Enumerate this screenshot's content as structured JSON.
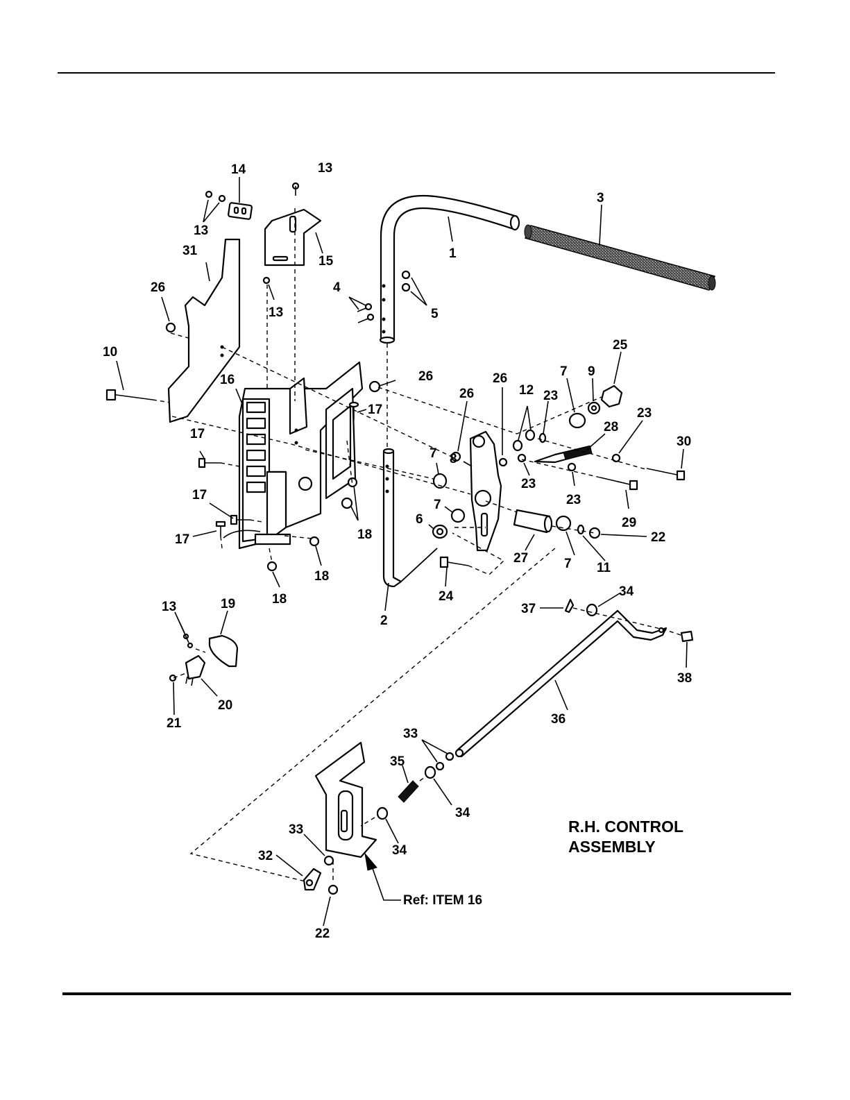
{
  "title_lines": [
    "R.H. CONTROL",
    "ASSEMBLY"
  ],
  "reference_note": "Ref: ITEM 16",
  "labels": {
    "l1": "1",
    "l2": "2",
    "l3": "3",
    "l4": "4",
    "l5": "5",
    "l6": "6",
    "l7a": "7",
    "l7b": "7",
    "l7c": "7",
    "l7d": "7",
    "l8": "8",
    "l9": "9",
    "l10": "10",
    "l11": "11",
    "l12": "12",
    "l13a": "13",
    "l13b": "13",
    "l13c": "13",
    "l13d": "13",
    "l14": "14",
    "l15": "15",
    "l16": "16",
    "l17a": "17",
    "l17b": "17",
    "l17c": "17",
    "l17d": "17",
    "l18a": "18",
    "l18b": "18",
    "l18c": "18",
    "l19": "19",
    "l20": "20",
    "l21": "21",
    "l22a": "22",
    "l22b": "22",
    "l23a": "23",
    "l23b": "23",
    "l23c": "23",
    "l23d": "23",
    "l24": "24",
    "l25": "25",
    "l26a": "26",
    "l26b": "26",
    "l26c": "26",
    "l26d": "26",
    "l27": "27",
    "l28": "28",
    "l29": "29",
    "l30": "30",
    "l31": "31",
    "l32": "32",
    "l33a": "33",
    "l33b": "33",
    "l34a": "34",
    "l34b": "34",
    "l34c": "34",
    "l35": "35",
    "l36": "36",
    "l37": "37",
    "l38": "38"
  }
}
